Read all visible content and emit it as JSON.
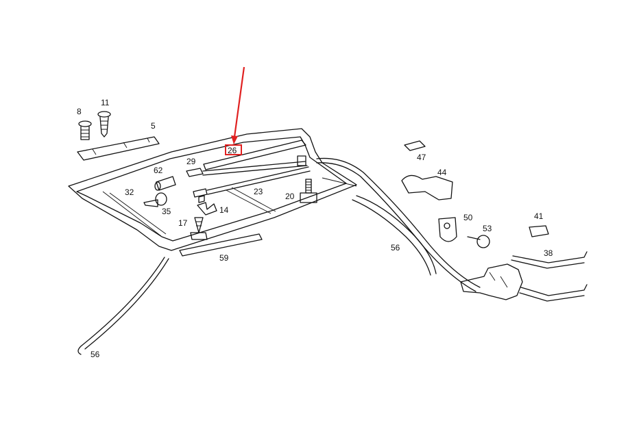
{
  "diagram": {
    "highlighted_part": "26",
    "highlight_color": "#e02020",
    "labels": {
      "p8": "8",
      "p11": "11",
      "p5": "5",
      "p26": "26",
      "p29": "29",
      "p62": "62",
      "p32": "32",
      "p35": "35",
      "p14": "14",
      "p17": "17",
      "p23": "23",
      "p20": "20",
      "p59": "59",
      "p56a": "56",
      "p56b": "56",
      "p47": "47",
      "p44": "44",
      "p50": "50",
      "p53": "53",
      "p41": "41",
      "p38": "38"
    }
  }
}
